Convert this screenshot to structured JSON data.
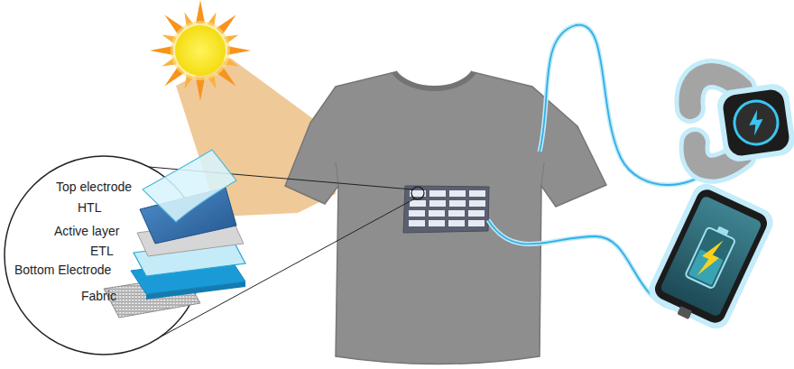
{
  "diagram": {
    "labels": [
      "Top electrode",
      "HTL",
      "Active layer",
      "ETL",
      "Bottom Electrode",
      "Fabric"
    ]
  }
}
